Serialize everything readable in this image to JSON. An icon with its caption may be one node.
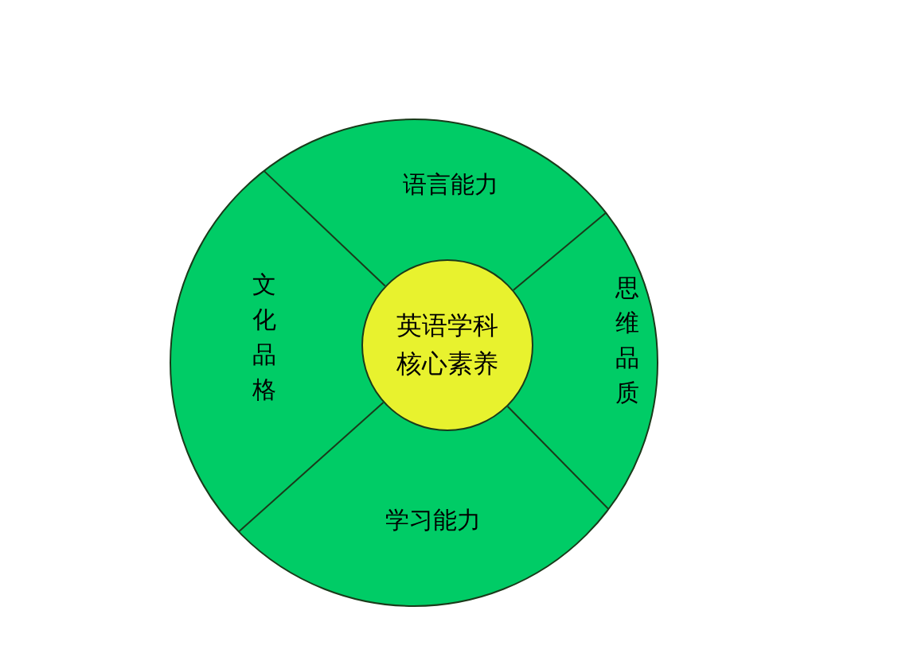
{
  "diagram": {
    "nodes": [
      {
        "text": [
          "语言能力"
        ]
      },
      {
        "text": [
          "文化品格"
        ]
      },
      {
        "text": [
          "英语学科核心素养"
        ]
      },
      {
        "text": [
          "思维品质"
        ]
      },
      {
        "text": [
          "学习能力"
        ]
      }
    ]
  }
}
